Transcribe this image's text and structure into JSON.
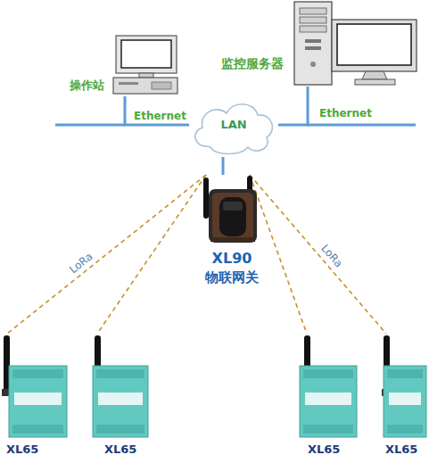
{
  "diagram": {
    "nodes": [
      {
        "text": [
          "操作站"
        ]
      },
      {
        "text": [
          "监控服务器"
        ]
      },
      {
        "text": [
          "LAN"
        ]
      },
      {
        "text": [
          "XL90",
          "物联网关"
        ]
      },
      {
        "text": [
          "XL65"
        ]
      },
      {
        "text": [
          "XL65"
        ]
      },
      {
        "text": [
          "XL65"
        ]
      },
      {
        "text": [
          "XL65"
        ]
      }
    ],
    "edges": [
      {
        "from": 0,
        "to": 2,
        "arrow": "none",
        "label": "Ethernet"
      },
      {
        "from": 2,
        "to": 1,
        "arrow": "none",
        "label": "Ethernet"
      },
      {
        "from": 2,
        "to": 3,
        "arrow": "none"
      },
      {
        "from": 3,
        "to": 4,
        "arrow": "none",
        "label": "LoRa"
      },
      {
        "from": 3,
        "to": 5,
        "arrow": "none"
      },
      {
        "from": 3,
        "to": 6,
        "arrow": "none"
      },
      {
        "from": 3,
        "to": 7,
        "arrow": "none",
        "label": "LoRa"
      }
    ]
  }
}
